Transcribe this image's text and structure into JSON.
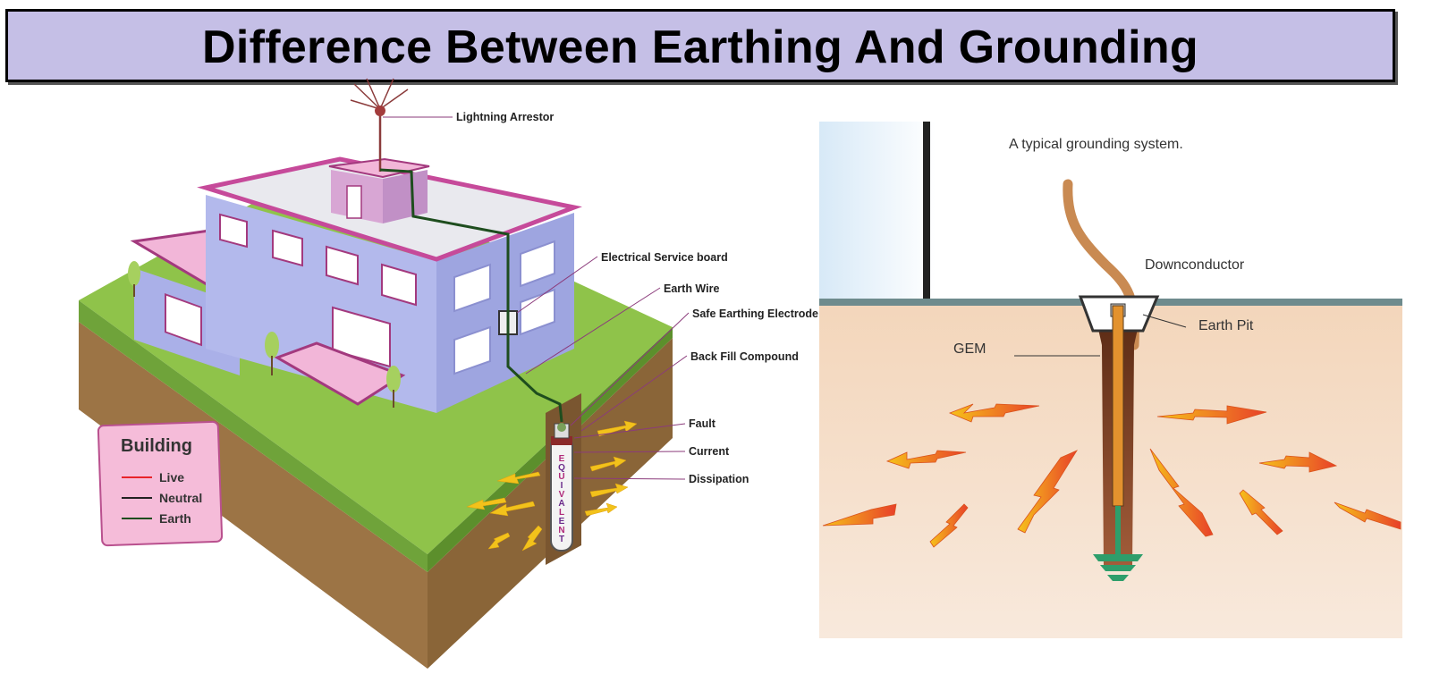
{
  "title": "Difference Between Earthing And Grounding",
  "earthing": {
    "labels": {
      "lightning_arrestor": "Lightning Arrestor",
      "electrical_service_board": "Electrical Service board",
      "earth_wire": "Earth Wire",
      "safe_earthing_electrode": "Safe Earthing Electrode",
      "back_fill_compound": "Back Fill Compound",
      "fault": "Fault",
      "current": "Current",
      "dissipation": "Dissipation"
    },
    "legend": {
      "title": "Building",
      "items": [
        {
          "label": "Live",
          "color": "#e8232a"
        },
        {
          "label": "Neutral",
          "color": "#222222"
        },
        {
          "label": "Earth",
          "color": "#1e4d1e"
        }
      ]
    },
    "electrode_letters": [
      "E",
      "Q",
      "U",
      "I",
      "V",
      "A",
      "L",
      "E",
      "N",
      "T"
    ],
    "colors": {
      "wall": "#b3b9ec",
      "roof": "#f2b6d8",
      "trim": "#a3397e",
      "grass": "#8fc34a",
      "soil": "#9c7445"
    }
  },
  "grounding": {
    "caption": "A typical grounding system.",
    "labels": {
      "downconductor": "Downconductor",
      "earth_pit": "Earth Pit",
      "gem": "GEM"
    },
    "colors": {
      "soil": "#f4dbc2",
      "sky": "#e6f2fb",
      "conductor": "#c98a52",
      "rod": "#e3922e",
      "ground_symbol": "#2e9e6b"
    }
  }
}
